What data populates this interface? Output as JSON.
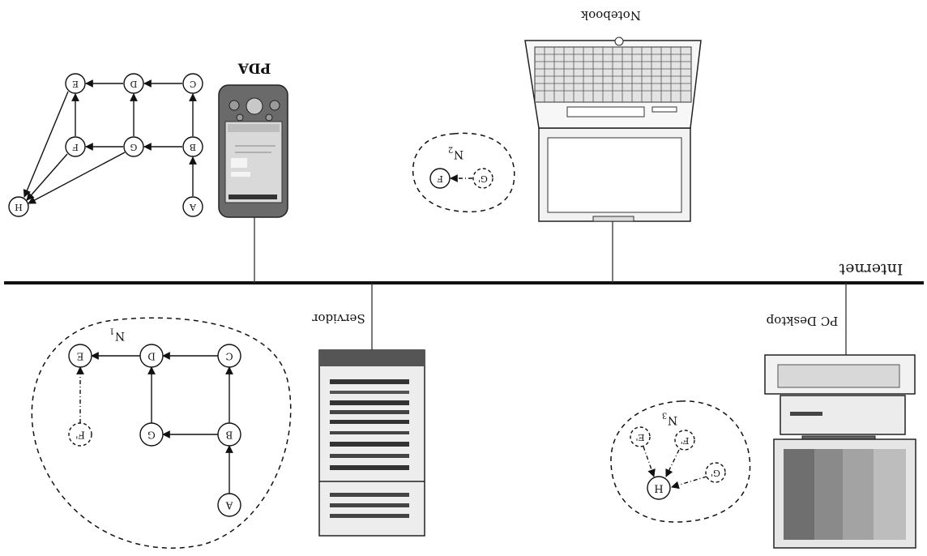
{
  "labels": {
    "pda": "PDA",
    "notebook": "Notebook",
    "internet": "Internet",
    "servidor": "Servidor",
    "pc_desktop": "PC Desktop",
    "n1": "N",
    "n1_sub": "1",
    "n2": "N",
    "n2_sub": "2",
    "n3": "N",
    "n3_sub": "3"
  },
  "graphs": {
    "pda_graph": {
      "nodes": [
        "A",
        "B",
        "C",
        "D",
        "E",
        "F",
        "G",
        "H"
      ],
      "edges": [
        [
          "A",
          "B"
        ],
        [
          "B",
          "C"
        ],
        [
          "C",
          "D"
        ],
        [
          "D",
          "E"
        ],
        [
          "B",
          "G"
        ],
        [
          "G",
          "D"
        ],
        [
          "G",
          "F"
        ],
        [
          "F",
          "E"
        ],
        [
          "E",
          "H"
        ],
        [
          "F",
          "H"
        ],
        [
          "G",
          "H"
        ]
      ]
    },
    "n2_graph": {
      "nodes": [
        "G'",
        "F"
      ],
      "edges": [
        [
          "G'",
          "F"
        ]
      ]
    },
    "n1_graph": {
      "nodes": [
        "A",
        "B",
        "C",
        "D",
        "E",
        "G",
        "F'"
      ],
      "edges": [
        [
          "A",
          "B"
        ],
        [
          "B",
          "C"
        ],
        [
          "C",
          "D"
        ],
        [
          "D",
          "E"
        ],
        [
          "B",
          "G"
        ],
        [
          "G",
          "D"
        ],
        [
          "F'",
          "E"
        ]
      ]
    },
    "n3_graph": {
      "nodes": [
        "E'",
        "F'",
        "G'",
        "H"
      ],
      "edges": [
        [
          "E'",
          "H"
        ],
        [
          "F'",
          "H"
        ],
        [
          "G'",
          "H"
        ]
      ]
    }
  }
}
